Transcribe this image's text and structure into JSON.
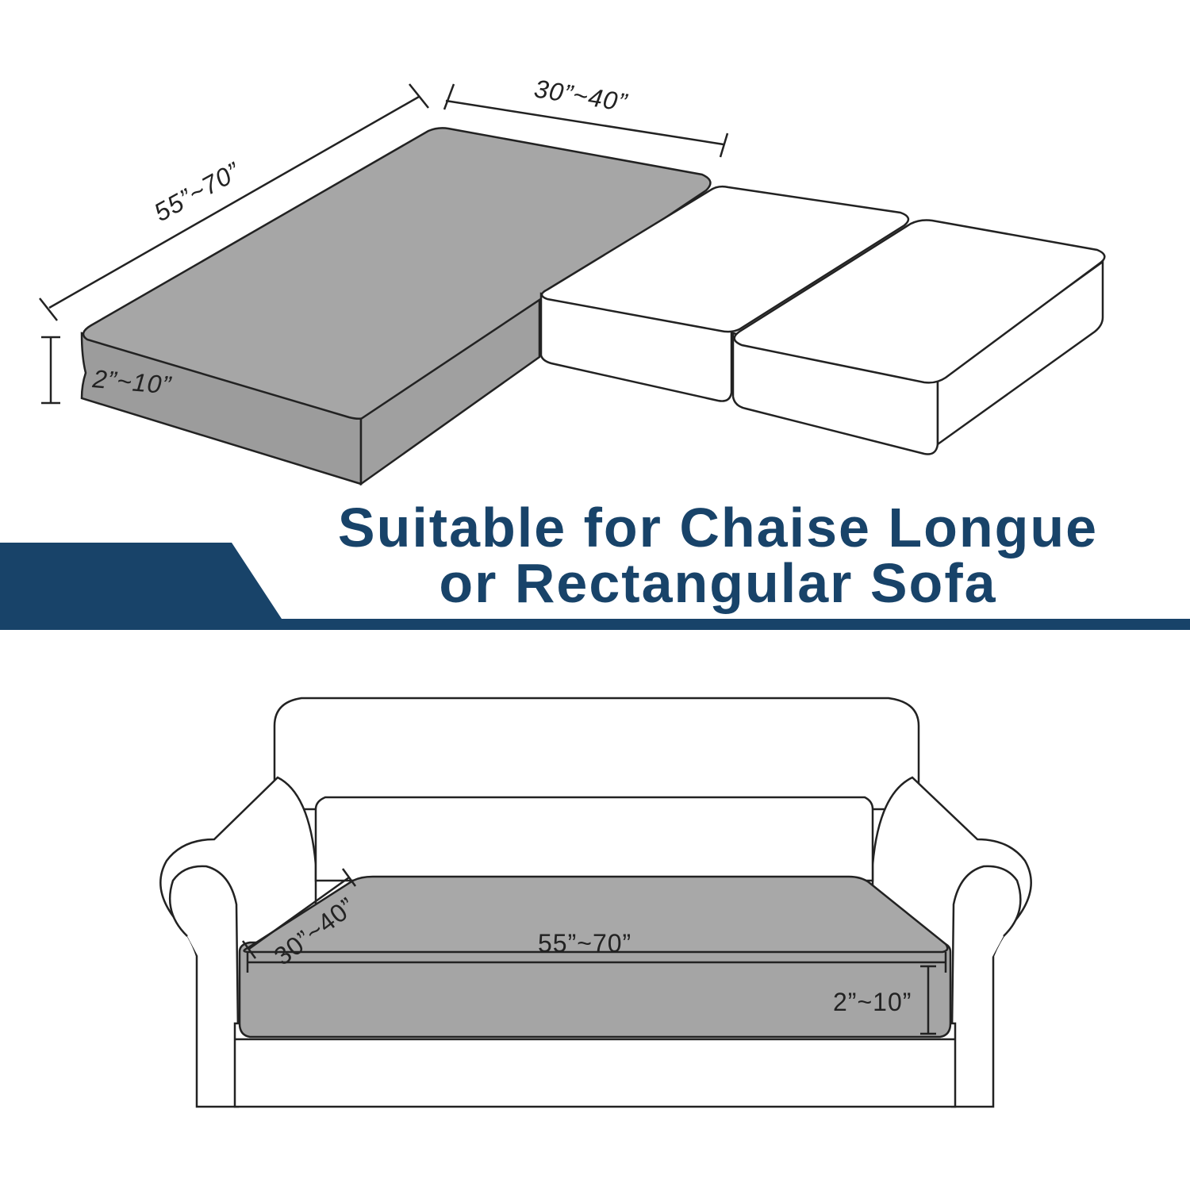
{
  "headline": {
    "line1": "Suitable for Chaise Longue",
    "line2": "or Rectangular Sofa"
  },
  "chaise_diagram": {
    "length_label": "55”~70”",
    "depth_label": "30”~40”",
    "height_label": "2”~10”"
  },
  "sofa_diagram": {
    "length_label": "55”~70”",
    "depth_label": "30”~40”",
    "height_label": "2”~10”"
  },
  "colors": {
    "banner": "#184369",
    "cushion_gray": "#a4a4a4",
    "outline": "#222222"
  }
}
